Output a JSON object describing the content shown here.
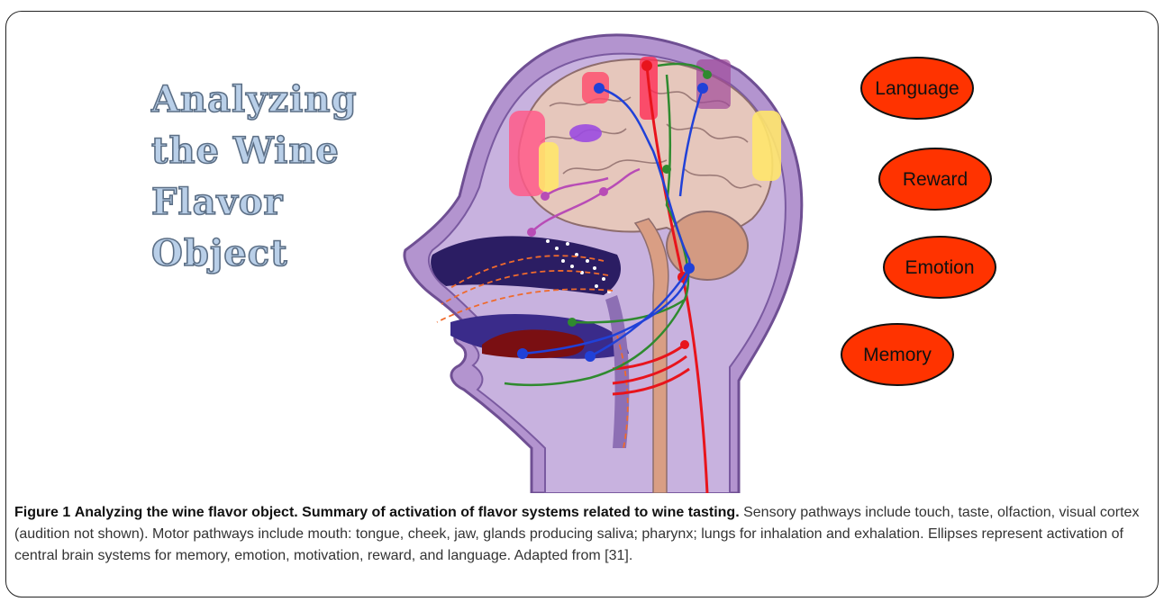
{
  "illustration_title": [
    "Analyzing",
    "the Wine",
    "Flavor",
    "Object"
  ],
  "ellipses": [
    {
      "label": "Language"
    },
    {
      "label": "Reward"
    },
    {
      "label": "Emotion"
    },
    {
      "label": "Memory"
    }
  ],
  "colors": {
    "ellipse_fill": "#ff3300",
    "ellipse_stroke": "#111111",
    "pathway_red": "#e8141c",
    "pathway_green": "#2f8a2f",
    "pathway_blue": "#2041d8",
    "pathway_magenta": "#b84cb6",
    "pathway_orange": "#ef6a2c",
    "head_purple": "#a083c4",
    "brain_tan": "#e6c7bc"
  },
  "caption": {
    "figure_label": "Figure 1",
    "title": "Analyzing the wine flavor object. Summary of activation of flavor systems related to wine tasting.",
    "body": "Sensory pathways include touch, taste, olfaction, visual cortex (audition not shown). Motor pathways include mouth: tongue, cheek, jaw, glands producing saliva; pharynx; lungs for inhalation and exhalation. Ellipses represent activation of central brain systems for memory, emotion, motivation, reward, and language. Adapted from [31]."
  }
}
